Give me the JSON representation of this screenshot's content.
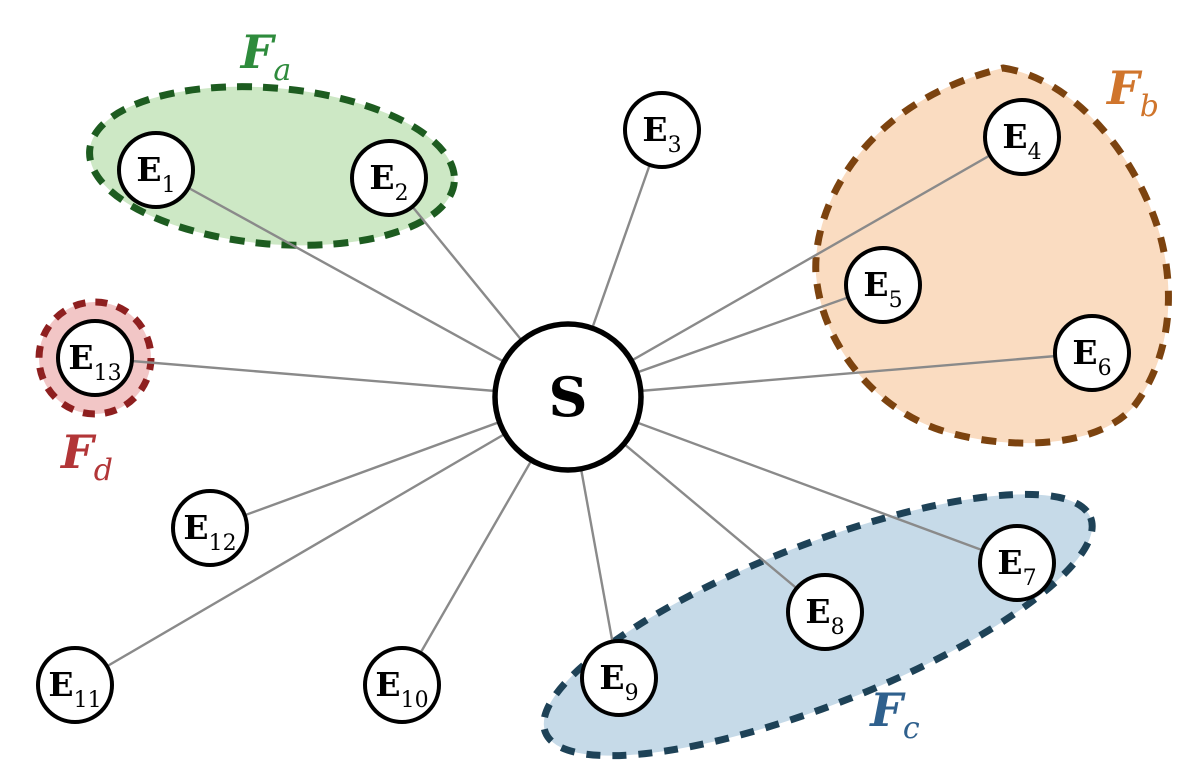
{
  "diagram": {
    "background": "#ffffff",
    "edge_color": "#8a8a8a",
    "node_fill": "#ffffff",
    "node_stroke": "#000000",
    "center_node": {
      "id": "S",
      "glyph": "S",
      "fraktur": "𝔖"
    },
    "nodes": [
      {
        "id": "E1",
        "glyph": "E",
        "fraktur": "𝔈",
        "subscript": "1"
      },
      {
        "id": "E2",
        "glyph": "E",
        "fraktur": "𝔈",
        "subscript": "2"
      },
      {
        "id": "E3",
        "glyph": "E",
        "fraktur": "𝔈",
        "subscript": "3"
      },
      {
        "id": "E4",
        "glyph": "E",
        "fraktur": "𝔈",
        "subscript": "4"
      },
      {
        "id": "E5",
        "glyph": "E",
        "fraktur": "𝔈",
        "subscript": "5"
      },
      {
        "id": "E6",
        "glyph": "E",
        "fraktur": "𝔈",
        "subscript": "6"
      },
      {
        "id": "E7",
        "glyph": "E",
        "fraktur": "𝔈",
        "subscript": "7"
      },
      {
        "id": "E8",
        "glyph": "E",
        "fraktur": "𝔈",
        "subscript": "8"
      },
      {
        "id": "E9",
        "glyph": "E",
        "fraktur": "𝔈",
        "subscript": "9"
      },
      {
        "id": "E10",
        "glyph": "E",
        "fraktur": "𝔈",
        "subscript": "10"
      },
      {
        "id": "E11",
        "glyph": "E",
        "fraktur": "𝔈",
        "subscript": "11"
      },
      {
        "id": "E12",
        "glyph": "E",
        "fraktur": "𝔈",
        "subscript": "12"
      },
      {
        "id": "E13",
        "glyph": "E",
        "fraktur": "𝔈",
        "subscript": "13"
      }
    ],
    "edges": [
      [
        "S",
        "E1"
      ],
      [
        "S",
        "E2"
      ],
      [
        "S",
        "E3"
      ],
      [
        "S",
        "E4"
      ],
      [
        "S",
        "E5"
      ],
      [
        "S",
        "E6"
      ],
      [
        "S",
        "E7"
      ],
      [
        "S",
        "E8"
      ],
      [
        "S",
        "E9"
      ],
      [
        "S",
        "E10"
      ],
      [
        "S",
        "E11"
      ],
      [
        "S",
        "E12"
      ],
      [
        "S",
        "E13"
      ]
    ],
    "groups": [
      {
        "id": "Fa",
        "glyph": "F",
        "fraktur": "𝔉",
        "subscript": "a",
        "shape": "ellipse",
        "fill": "#cde8c5",
        "stroke": "#1d5c20",
        "label_color": "#2e8b3c",
        "members": [
          "E1",
          "E2"
        ]
      },
      {
        "id": "Fb",
        "glyph": "F",
        "fraktur": "𝔉",
        "subscript": "b",
        "shape": "blob-triangle",
        "fill": "#fadcc1",
        "stroke": "#7c430f",
        "label_color": "#d0752c",
        "members": [
          "E4",
          "E5",
          "E6"
        ]
      },
      {
        "id": "Fc",
        "glyph": "F",
        "fraktur": "𝔉",
        "subscript": "c",
        "shape": "rotated-ellipse",
        "fill": "#c6dae8",
        "stroke": "#1e4257",
        "label_color": "#2f608d",
        "members": [
          "E7",
          "E8",
          "E9"
        ]
      },
      {
        "id": "Fd",
        "glyph": "F",
        "fraktur": "𝔉",
        "subscript": "d",
        "shape": "circle",
        "fill": "#f2c6c6",
        "stroke": "#8e1f1f",
        "label_color": "#b23537",
        "members": [
          "E13"
        ]
      }
    ]
  }
}
